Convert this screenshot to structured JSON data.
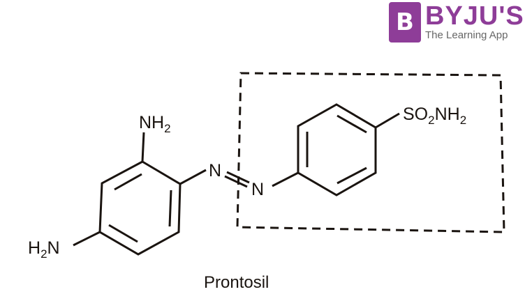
{
  "logo": {
    "mark": "B",
    "name": "BYJU'S",
    "tagline": "The Learning App",
    "color": "#8e3d98"
  },
  "molecule": {
    "name": "Prontosil",
    "groups": {
      "amine_top": {
        "main": "NH",
        "sub": "2"
      },
      "amine_left": {
        "pre": "H",
        "sub": "2",
        "main": "N"
      },
      "azo_n1": "N",
      "azo_n2": "N",
      "sulfonamide": {
        "a": "SO",
        "sub1": "2",
        "b": "NH",
        "sub2": "2"
      }
    },
    "highlight_box": "dashed box around sulfanilamide fragment"
  }
}
